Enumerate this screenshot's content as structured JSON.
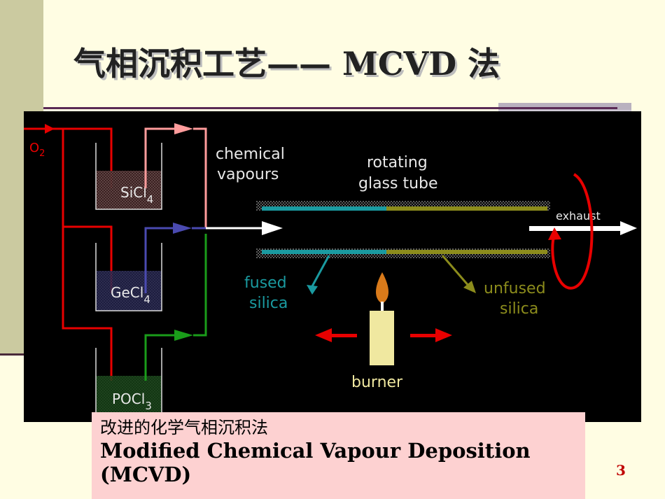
{
  "slide": {
    "title": "气相沉积工艺—— MCVD 法",
    "page_number": "3"
  },
  "diagram": {
    "o2_label": "O",
    "o2_sub": "2",
    "beakers": [
      {
        "name": "SiCl",
        "sub": "4",
        "liquid_color": "#6a3a3a",
        "line_color": "#ff9c9c"
      },
      {
        "name": "GeCl",
        "sub": "4",
        "liquid_color": "#2a2a4a",
        "line_color": "#4a4ab0"
      },
      {
        "name": "POCl",
        "sub": "3",
        "liquid_color": "#1a3a1a",
        "line_color": "#1a9c1a"
      }
    ],
    "chemical_vapours": [
      "chemical",
      "vapours"
    ],
    "rotating_glass_tube": [
      "rotating",
      "glass tube"
    ],
    "exhaust": "exhaust",
    "fused_silica": [
      "fused",
      "silica"
    ],
    "unfused_silica": [
      "unfused",
      "silica"
    ],
    "burner": "burner",
    "colors": {
      "o2_line": "#e80000",
      "fused": "#1a9aa0",
      "unfused": "#8c8c1c",
      "tube_edge": "#6a6a6a",
      "flame": "#d97a1a",
      "burner_body": "#f0e8a0",
      "arrow_white": "#ffffff",
      "chalk_text": "#e8e8e8"
    }
  },
  "caption": {
    "cn": "改进的化学气相沉积法",
    "en_line1": "Modified Chemical Vapour Deposition",
    "en_line2": "(MCVD)"
  }
}
